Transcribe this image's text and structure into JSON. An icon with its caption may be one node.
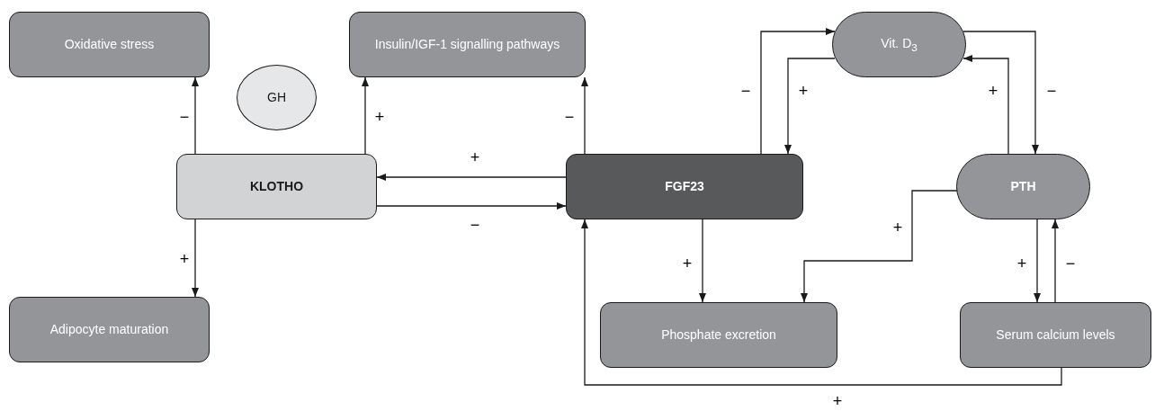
{
  "diagram": {
    "nodes": [
      {
        "text": [
          "Oxidative stress"
        ]
      },
      {
        "text": [
          "Insulin/IGF-1 signalling pathways"
        ]
      },
      {
        "text": [
          "GH"
        ]
      },
      {
        "text": [
          "KLOTHO"
        ]
      },
      {
        "text": [
          "FGF23"
        ]
      },
      {
        "text": [
          "Vit. D$_{3}$"
        ]
      },
      {
        "text": [
          "PTH"
        ]
      },
      {
        "text": [
          "Adipocyte maturation"
        ]
      },
      {
        "text": [
          "Phosphate excretion"
        ]
      },
      {
        "text": [
          "Serum calcium levels"
        ]
      }
    ],
    "edges": [
      {
        "from": 3,
        "to": 0,
        "arrow": "to",
        "label": "−"
      },
      {
        "from": 3,
        "to": 1,
        "arrow": "to",
        "label": "+"
      },
      {
        "from": 3,
        "to": 7,
        "arrow": "to",
        "label": "+"
      },
      {
        "from": 4,
        "to": 1,
        "arrow": "to",
        "label": "−"
      },
      {
        "from": 4,
        "to": 3,
        "arrow": "to",
        "label": "+"
      },
      {
        "from": 3,
        "to": 4,
        "arrow": "to",
        "label": "−"
      },
      {
        "from": 4,
        "to": 5,
        "arrow": "to",
        "label": "−"
      },
      {
        "from": 5,
        "to": 4,
        "arrow": "to",
        "label": "+"
      },
      {
        "from": 6,
        "to": 5,
        "arrow": "to",
        "label": "+"
      },
      {
        "from": 5,
        "to": 6,
        "arrow": "to",
        "label": "−"
      },
      {
        "from": 6,
        "to": 8,
        "arrow": "to",
        "label": "+"
      },
      {
        "from": 4,
        "to": 8,
        "arrow": "to",
        "label": "+"
      },
      {
        "from": 6,
        "to": 9,
        "arrow": "to",
        "label": "+"
      },
      {
        "from": 9,
        "to": 6,
        "arrow": "to",
        "label": "−"
      },
      {
        "from": 9,
        "to": 4,
        "arrow": "to",
        "label": "+"
      }
    ]
  }
}
